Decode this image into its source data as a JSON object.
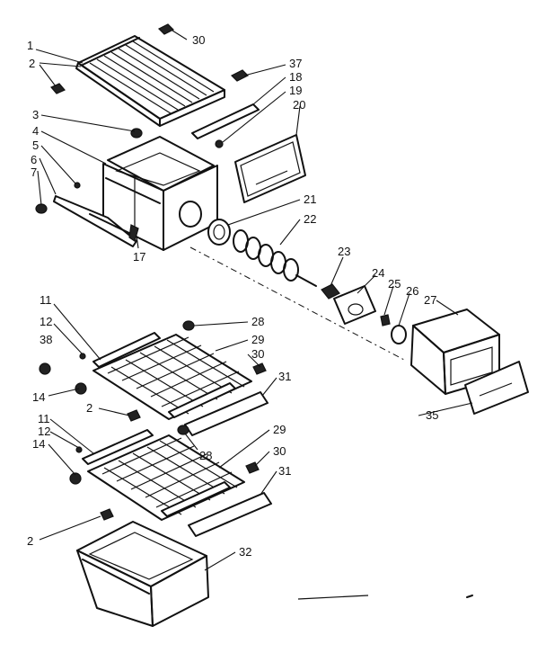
{
  "callouts": [
    {
      "id": "c30a",
      "text": "30"
    },
    {
      "id": "c1",
      "text": "1"
    },
    {
      "id": "c2a",
      "text": "2"
    },
    {
      "id": "c37",
      "text": "37"
    },
    {
      "id": "c18",
      "text": "18"
    },
    {
      "id": "c19",
      "text": "19"
    },
    {
      "id": "c20",
      "text": "20"
    },
    {
      "id": "c3",
      "text": "3"
    },
    {
      "id": "c4",
      "text": "4"
    },
    {
      "id": "c5",
      "text": "5"
    },
    {
      "id": "c6",
      "text": "6"
    },
    {
      "id": "c7",
      "text": "7"
    },
    {
      "id": "c21",
      "text": "21"
    },
    {
      "id": "c22",
      "text": "22"
    },
    {
      "id": "c17",
      "text": "17"
    },
    {
      "id": "c23",
      "text": "23"
    },
    {
      "id": "c24",
      "text": "24"
    },
    {
      "id": "c25",
      "text": "25"
    },
    {
      "id": "c26",
      "text": "26"
    },
    {
      "id": "c27",
      "text": "27"
    },
    {
      "id": "c11a",
      "text": "11"
    },
    {
      "id": "c12a",
      "text": "12"
    },
    {
      "id": "c38",
      "text": "38"
    },
    {
      "id": "c28a",
      "text": "28"
    },
    {
      "id": "c29a",
      "text": "29"
    },
    {
      "id": "c30b",
      "text": "30"
    },
    {
      "id": "c31a",
      "text": "31"
    },
    {
      "id": "c14a",
      "text": "14"
    },
    {
      "id": "c2b",
      "text": "2"
    },
    {
      "id": "c35",
      "text": "35"
    },
    {
      "id": "c11b",
      "text": "11"
    },
    {
      "id": "c12b",
      "text": "12"
    },
    {
      "id": "c14b",
      "text": "14"
    },
    {
      "id": "c28b",
      "text": "28"
    },
    {
      "id": "c29b",
      "text": "29"
    },
    {
      "id": "c30c",
      "text": "30"
    },
    {
      "id": "c31b",
      "text": "31"
    },
    {
      "id": "c2c",
      "text": "2"
    },
    {
      "id": "c32",
      "text": "32"
    }
  ]
}
